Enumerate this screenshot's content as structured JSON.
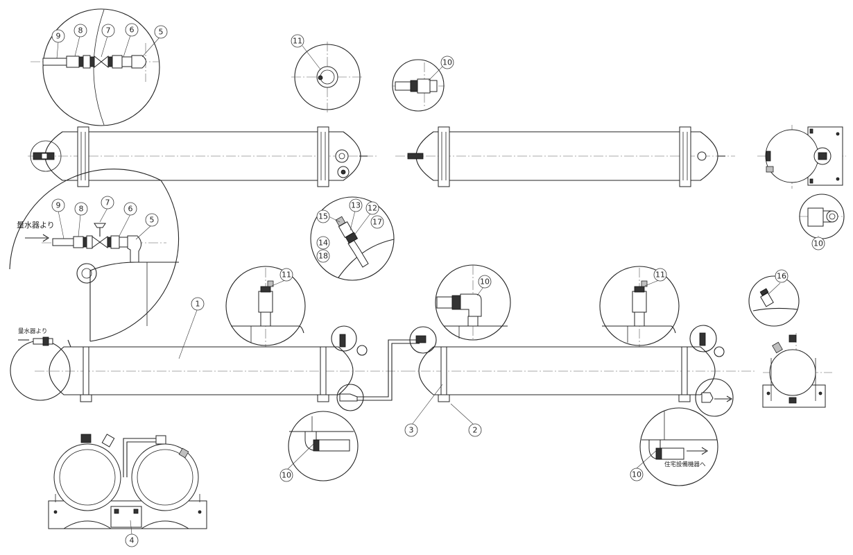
{
  "callouts": {
    "c1": "1",
    "c2": "2",
    "c3": "3",
    "c4": "4",
    "c5": "5",
    "c6": "6",
    "c7": "7",
    "c8": "8",
    "c9": "9",
    "c10": "10",
    "c11": "11",
    "c12": "12",
    "c13": "13",
    "c14": "14",
    "c15": "15",
    "c16": "16",
    "c17": "17",
    "c18": "18"
  },
  "notes": {
    "from_meter": "量水器より",
    "to_house": "住宅設備機器へ"
  }
}
